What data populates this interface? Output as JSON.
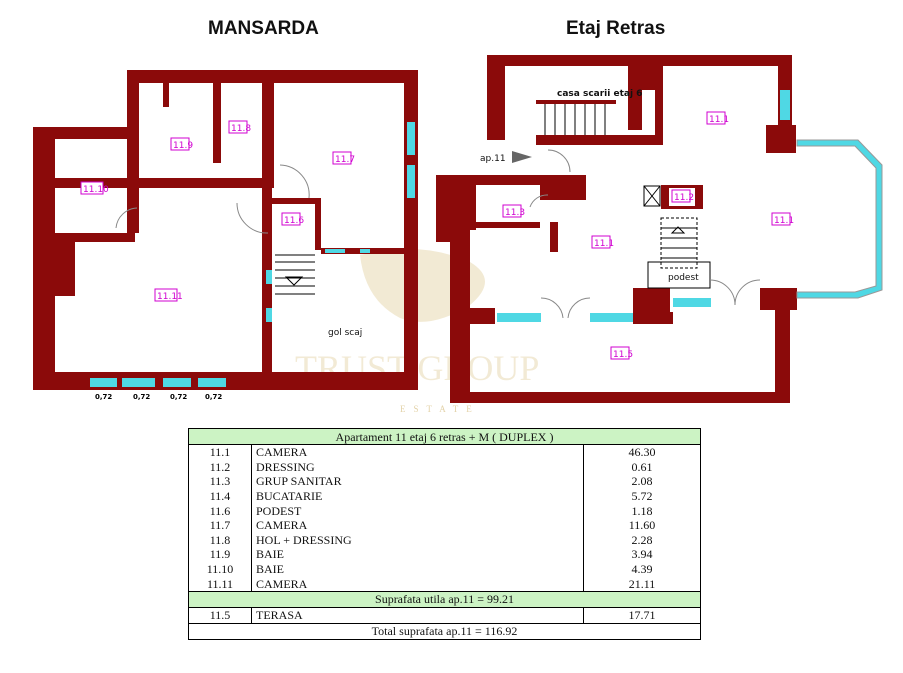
{
  "titles": {
    "left": "MANSARDA",
    "right": "Etaj Retras"
  },
  "colors": {
    "wall": "#8b0a0a",
    "window": "#4fd8e4",
    "room_label": "#d000d0",
    "table_header": "#ccf3c4"
  },
  "mansarda": {
    "rooms": [
      "11.10",
      "11.9",
      "11.8",
      "11.7",
      "11.6",
      "11.11"
    ],
    "stair_void": "gol scaj",
    "window_dims": [
      "0,72",
      "0,72",
      "0,72",
      "0,72"
    ]
  },
  "etaj_retras": {
    "rooms": [
      "11.1",
      "11.1",
      "11.1",
      "11.2",
      "11.3",
      "11.5"
    ],
    "stairwell": "casa scarii etaj 6",
    "entrance": "ap.11",
    "landing": "podest"
  },
  "watermark": {
    "brand": "TRUST GROUP",
    "sub": "ESTATE"
  },
  "table": {
    "title": "Apartament 11 etaj 6 retras + M ( DUPLEX )",
    "rows": [
      {
        "code": "11.1",
        "name": "CAMERA",
        "area": "46.30"
      },
      {
        "code": "11.2",
        "name": "DRESSING",
        "area": "0.61"
      },
      {
        "code": "11.3",
        "name": "GRUP SANITAR",
        "area": "2.08"
      },
      {
        "code": "11.4",
        "name": "BUCATARIE",
        "area": "5.72"
      },
      {
        "code": "11.6",
        "name": "PODEST",
        "area": "1.18"
      },
      {
        "code": "11.7",
        "name": "CAMERA",
        "area": "11.60"
      },
      {
        "code": "11.8",
        "name": "HOL + DRESSING",
        "area": "2.28"
      },
      {
        "code": "11.9",
        "name": "BAIE",
        "area": "3.94"
      },
      {
        "code": "11.10",
        "name": "BAIE",
        "area": "4.39"
      },
      {
        "code": "11.11",
        "name": "CAMERA",
        "area": "21.11"
      }
    ],
    "subtotal": "Suprafata utila ap.11 = 99.21",
    "terrace": {
      "code": "11.5",
      "name": "TERASA",
      "area": "17.71"
    },
    "total": "Total suprafata ap.11 = 116.92"
  }
}
